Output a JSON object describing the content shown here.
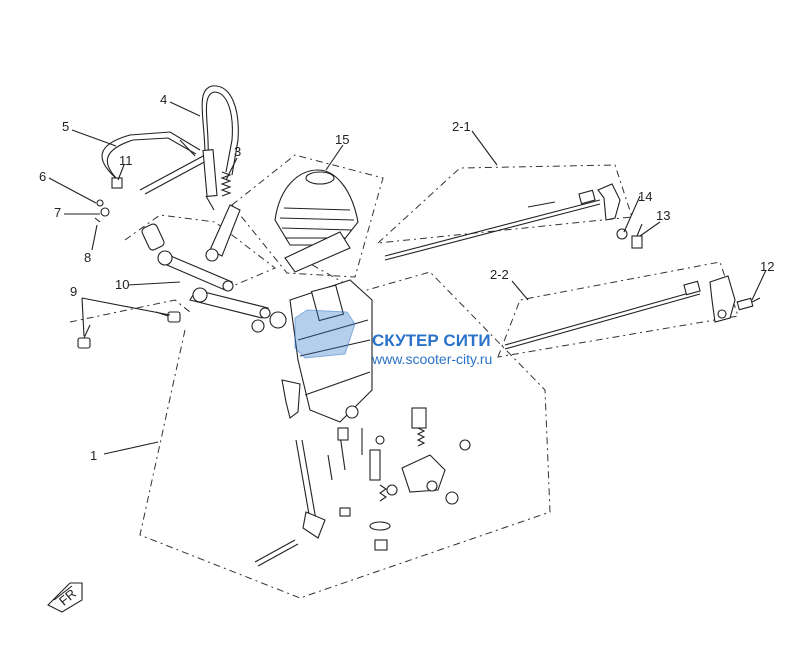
{
  "callouts": [
    {
      "id": "c1",
      "label": "1"
    },
    {
      "id": "c2-1",
      "label": "2-1"
    },
    {
      "id": "c2-2",
      "label": "2-2"
    },
    {
      "id": "c3",
      "label": "3"
    },
    {
      "id": "c4",
      "label": "4"
    },
    {
      "id": "c5",
      "label": "5"
    },
    {
      "id": "c6",
      "label": "6"
    },
    {
      "id": "c7",
      "label": "7"
    },
    {
      "id": "c8",
      "label": "8"
    },
    {
      "id": "c9",
      "label": "9"
    },
    {
      "id": "c10",
      "label": "10"
    },
    {
      "id": "c11",
      "label": "11"
    },
    {
      "id": "c12",
      "label": "12"
    },
    {
      "id": "c13",
      "label": "13"
    },
    {
      "id": "c14",
      "label": "14"
    },
    {
      "id": "c15",
      "label": "15"
    }
  ],
  "watermark": {
    "title": "СКУТЕР СИТИ",
    "url": "www.scooter-city.ru",
    "color": "#2b72c9"
  },
  "direction_badge": {
    "text": "FR",
    "icon": "front-arrow-icon"
  }
}
